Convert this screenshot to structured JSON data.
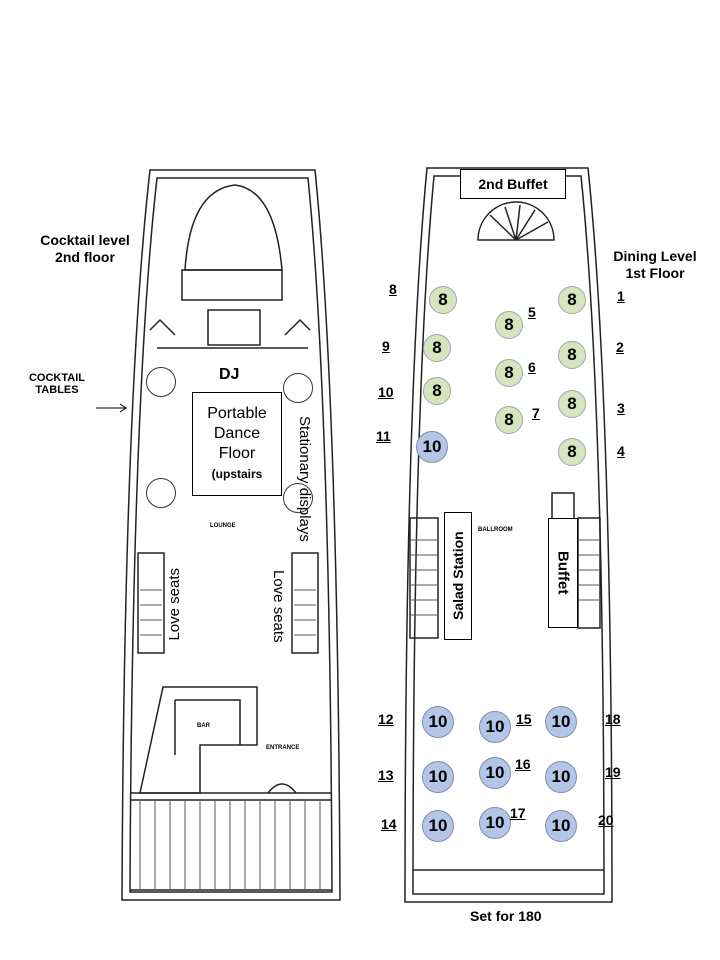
{
  "cocktail_level": {
    "title_line1": "Cocktail level",
    "title_line2": "2nd floor",
    "cocktail_tables_line1": "COCKTAIL",
    "cocktail_tables_line2": "TABLES",
    "dj": "DJ",
    "dance_floor": [
      "Portable",
      "Dance",
      "Floor",
      "(upstairs"
    ],
    "stationary_displays": "Stationary displays",
    "lounge": "LOUNGE",
    "love_seats_left": "Love seats",
    "love_seats_right": "Love seats",
    "bar": "BAR",
    "entrance": "ENTRANCE"
  },
  "dining_level": {
    "title_line1": "Dining Level",
    "title_line2": "1st Floor",
    "second_buffet": "2nd Buffet",
    "salad_station": "Salad Station",
    "buffet": "Buffet",
    "ballroom": "BALLROOM",
    "footer": "Set for 180",
    "tables": [
      {
        "number": "1",
        "seats": "8"
      },
      {
        "number": "2",
        "seats": "8"
      },
      {
        "number": "3",
        "seats": "8"
      },
      {
        "number": "4",
        "seats": "8"
      },
      {
        "number": "5",
        "seats": "8"
      },
      {
        "number": "6",
        "seats": "8"
      },
      {
        "number": "7",
        "seats": "8"
      },
      {
        "number": "8",
        "seats": "8"
      },
      {
        "number": "9",
        "seats": "8"
      },
      {
        "number": "10",
        "seats": "8"
      },
      {
        "number": "11",
        "seats": "10"
      },
      {
        "number": "12",
        "seats": "10"
      },
      {
        "number": "13",
        "seats": "10"
      },
      {
        "number": "14",
        "seats": "10"
      },
      {
        "number": "15",
        "seats": "10"
      },
      {
        "number": "16",
        "seats": "10"
      },
      {
        "number": "17",
        "seats": "10"
      },
      {
        "number": "18",
        "seats": "10"
      },
      {
        "number": "19",
        "seats": "10"
      },
      {
        "number": "20",
        "seats": "10"
      }
    ]
  },
  "colors": {
    "table_8": "#d7e4bd",
    "table_10": "#b4c6e7"
  }
}
